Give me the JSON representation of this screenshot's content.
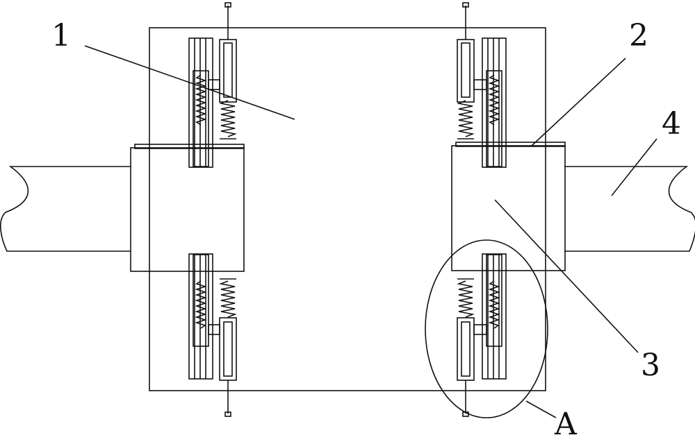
{
  "labels": {
    "part_1": "1",
    "part_2": "2",
    "part_3": "3",
    "part_4": "4",
    "detail_a": "A"
  },
  "colors": {
    "line": "#111111",
    "background": "#ffffff"
  }
}
